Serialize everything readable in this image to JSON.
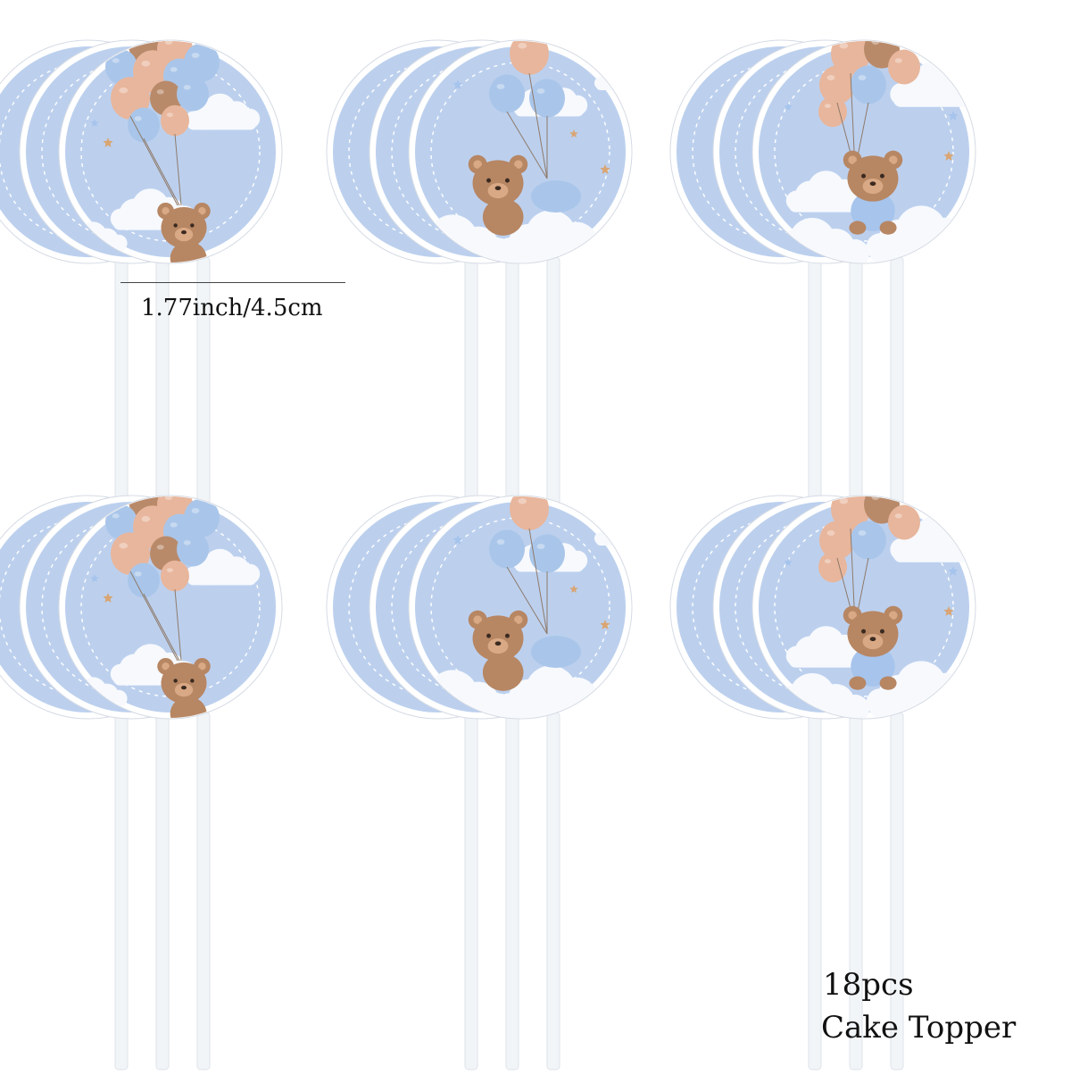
{
  "measurement": {
    "label": "1.77inch/4.5cm"
  },
  "product": {
    "count": "18pcs",
    "name": "Cake Topper"
  },
  "colors": {
    "background": "#ffffff",
    "disc_fill": "#bcd0ee",
    "disc_rim": "#ffffff",
    "stick": "#f2f5f8",
    "bear": "#b78663",
    "bear_light": "#d9a884",
    "balloon_peach": "#e8b69c",
    "balloon_blue": "#a9c6ea",
    "balloon_brown": "#b98a6a",
    "cloud": "#f7f9fd",
    "star": "#d9a574",
    "overalls": "#a6c4ec"
  },
  "groups": [
    {
      "design": "bear-hanging-balloons"
    },
    {
      "design": "bear-on-cloud"
    },
    {
      "design": "bear-sitting-overalls"
    },
    {
      "design": "bear-hanging-balloons"
    },
    {
      "design": "bear-on-cloud"
    },
    {
      "design": "bear-sitting-overalls"
    }
  ]
}
